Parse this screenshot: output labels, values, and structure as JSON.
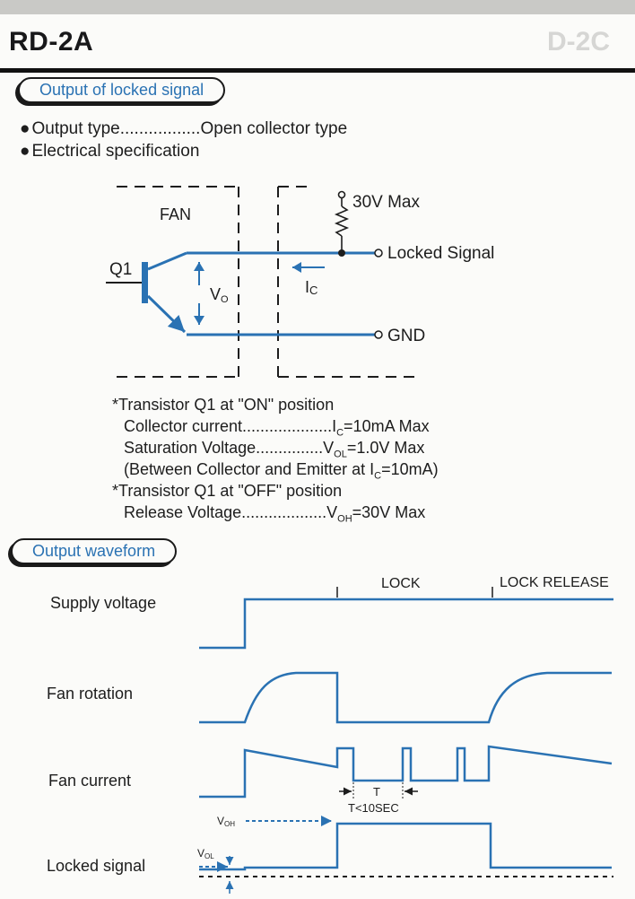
{
  "header": {
    "model": "RD-2A",
    "ghost_model": "D-2C"
  },
  "section_locked": {
    "title": "Output of locked signal",
    "output_type_label": "Output type",
    "output_type_dots": ".................",
    "output_type_value": "Open collector type",
    "electrical_label": "Electrical specification"
  },
  "circuit": {
    "fan_label": "FAN",
    "q1_label": "Q1",
    "vo_label": "V",
    "vo_sub": "O",
    "ic_label": "I",
    "ic_sub": "C",
    "supply_label": "30V Max",
    "locked_signal_label": "Locked Signal",
    "gnd_label": "GND"
  },
  "spec_notes": {
    "on_heading": "*Transistor  Q1 at \"ON\" position",
    "collector_label": "Collector  current",
    "collector_dots": "....................",
    "collector_value": "I",
    "collector_sub": "C",
    "collector_rest": "=10mA Max",
    "saturation_label": "Saturation Voltage",
    "saturation_dots": "...............",
    "saturation_value": "V",
    "saturation_sub": "OL",
    "saturation_rest": "=1.0V Max",
    "between_note": "(Between  Collector and  Emitter at  I",
    "between_sub": "C",
    "between_rest": "=10mA)",
    "off_heading": "*Transistor Q1 at \"OFF\" position",
    "release_label": "Release Voltage",
    "release_dots": "...................",
    "release_value": "V",
    "release_sub": "OH",
    "release_rest": "=30V Max"
  },
  "section_waveform": {
    "title": "Output waveform",
    "lock_label": "LOCK",
    "release_label": "LOCK RELEASE",
    "rows": [
      "Supply voltage",
      "Fan rotation",
      "Fan current",
      "Locked signal"
    ],
    "t_label": "T",
    "t_condition": "T<10SEC",
    "voh_label": "V",
    "voh_sub": "OH",
    "vol_label": "V",
    "vol_sub": "OL"
  },
  "colors": {
    "signal_blue": "#2a72b3",
    "ink": "#1d1d1d"
  }
}
